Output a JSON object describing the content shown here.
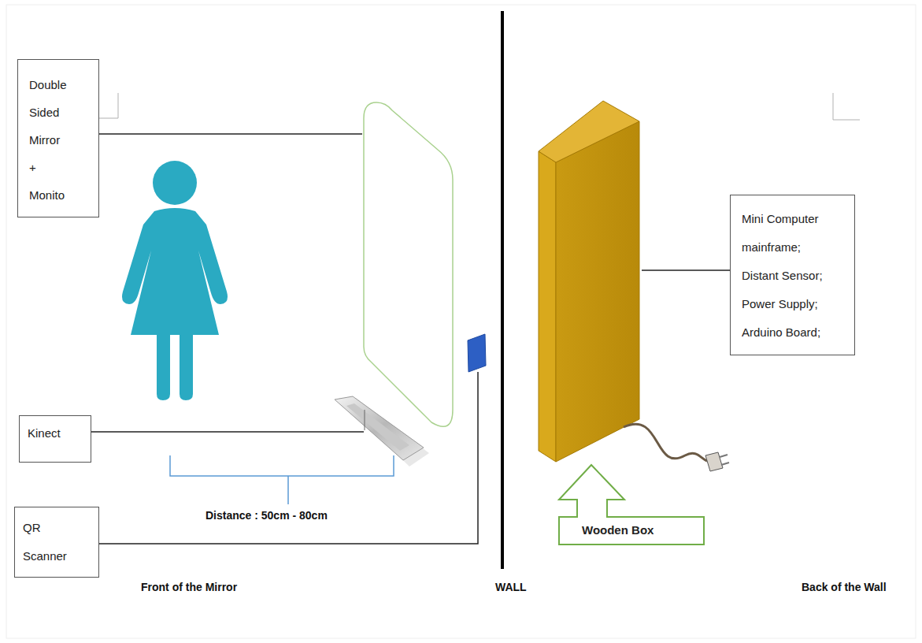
{
  "diagram": {
    "nodes": [
      {
        "text": [
          "Double Sided Mirror + Monito"
        ]
      },
      {
        "text": [
          "Kinect"
        ]
      },
      {
        "text": [
          "QR Scanner"
        ]
      },
      {
        "text": [
          "Mini Computer mainframe; Distant Sensor; Power Supply; Arduino Board;"
        ]
      },
      {
        "text": [
          "Wooden Box"
        ]
      }
    ],
    "labels": [
      "Distance : 50cm - 80cm",
      "Front of the Mirror",
      "WALL",
      "Back of the Wall"
    ]
  }
}
